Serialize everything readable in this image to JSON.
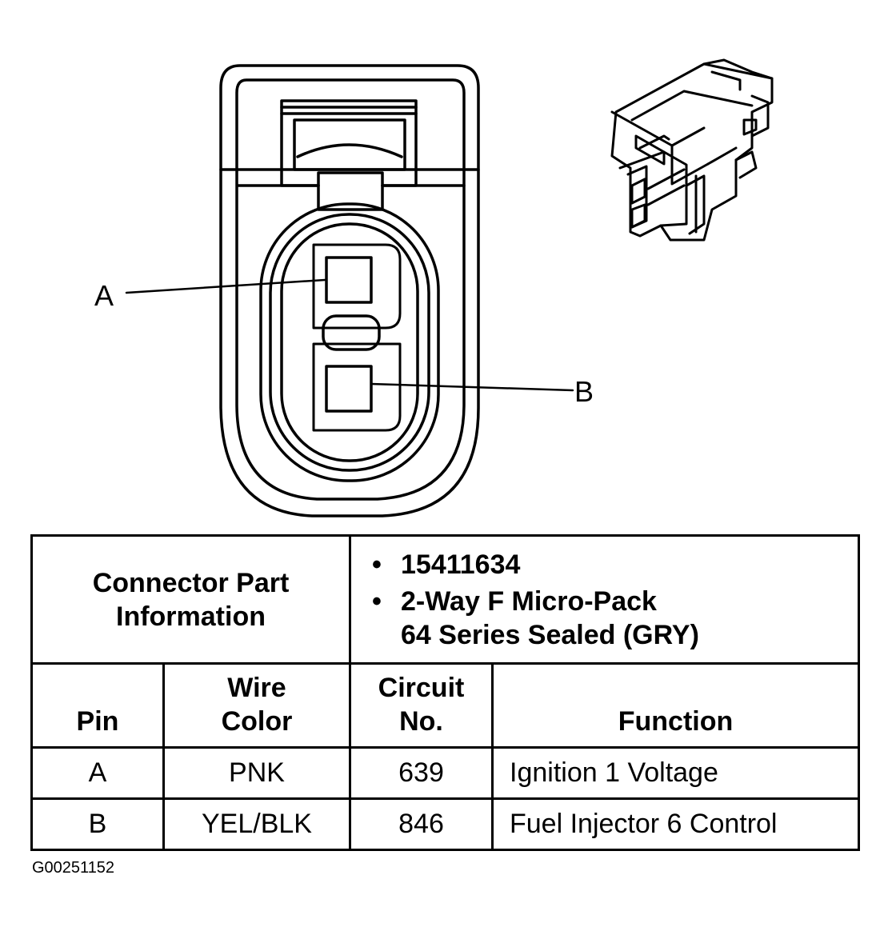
{
  "diagram": {
    "pin_labels": [
      "A",
      "B"
    ]
  },
  "table": {
    "part_info_label": "Connector Part Information",
    "part_numbers": [
      "15411634",
      "2-Way F Micro-Pack",
      "64 Series Sealed (GRY)"
    ],
    "headers": {
      "pin": "Pin",
      "wire_color_1": "Wire",
      "wire_color_2": "Color",
      "circuit_1": "Circuit",
      "circuit_2": "No.",
      "function": "Function"
    },
    "rows": [
      {
        "pin": "A",
        "wire_color": "PNK",
        "circuit": "639",
        "function": "Ignition 1 Voltage"
      },
      {
        "pin": "B",
        "wire_color": "YEL/BLK",
        "circuit": "846",
        "function": "Fuel Injector 6 Control"
      }
    ]
  },
  "figure_id": "G00251152"
}
